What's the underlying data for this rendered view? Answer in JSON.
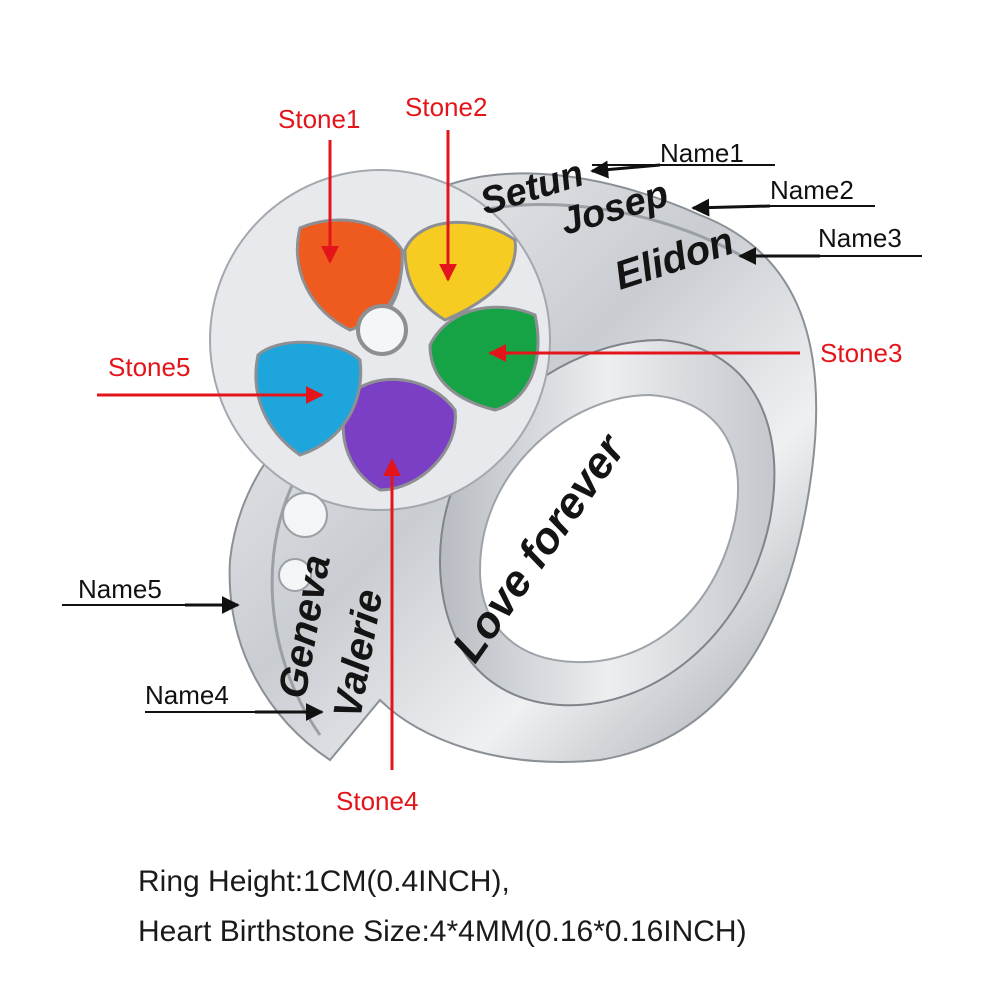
{
  "colors": {
    "annotation_red": "#e3151a",
    "annotation_black": "#111111",
    "metal": "#d4d7db",
    "stone1": "#ef5a1e",
    "stone2": "#f6cc22",
    "stone3": "#16a345",
    "stone4": "#7a3fc4",
    "stone5": "#1ea6dc",
    "center_stone": "#f4f6f8"
  },
  "stones": {
    "stone1": "Stone1",
    "stone2": "Stone2",
    "stone3": "Stone3",
    "stone4": "Stone4",
    "stone5": "Stone5"
  },
  "names": {
    "name1": "Name1",
    "name2": "Name2",
    "name3": "Name3",
    "name4": "Name4",
    "name5": "Name5"
  },
  "engravings": {
    "name1": "Setun",
    "name2": "Josep",
    "name3": "Elidon",
    "name4": "Valerie",
    "name5": "Geneva",
    "inside": "Love forever"
  },
  "specs": {
    "ring_height": "Ring Height:1CM(0.4INCH),",
    "stone_size": "Heart Birthstone Size:4*4MM(0.16*0.16INCH)"
  }
}
